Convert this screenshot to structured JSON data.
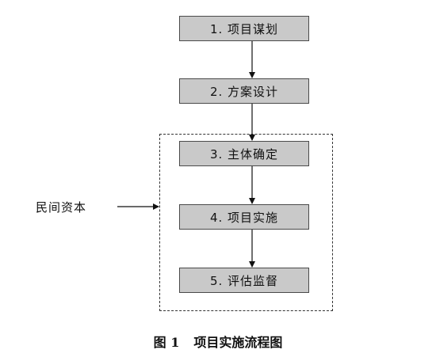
{
  "diagram": {
    "steps": [
      {
        "label": "1. 项目谋划"
      },
      {
        "label": "2. 方案设计"
      },
      {
        "label": "3. 主体确定"
      },
      {
        "label": "4. 项目实施"
      },
      {
        "label": "5. 评估监督"
      }
    ],
    "side_input": "民间资本",
    "caption": {
      "number": "图 1",
      "title": "项目实施流程图"
    }
  }
}
